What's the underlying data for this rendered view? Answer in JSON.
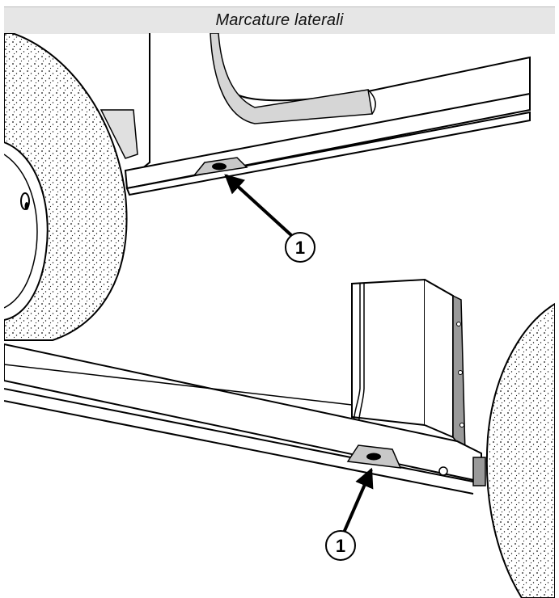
{
  "header": {
    "title": "Marcature laterali"
  },
  "callouts": [
    {
      "label": "1"
    },
    {
      "label": "1"
    }
  ],
  "colors": {
    "title_bar_bg": "#e6e6e6",
    "line": "#000000",
    "marking": "#c8c8c8"
  }
}
